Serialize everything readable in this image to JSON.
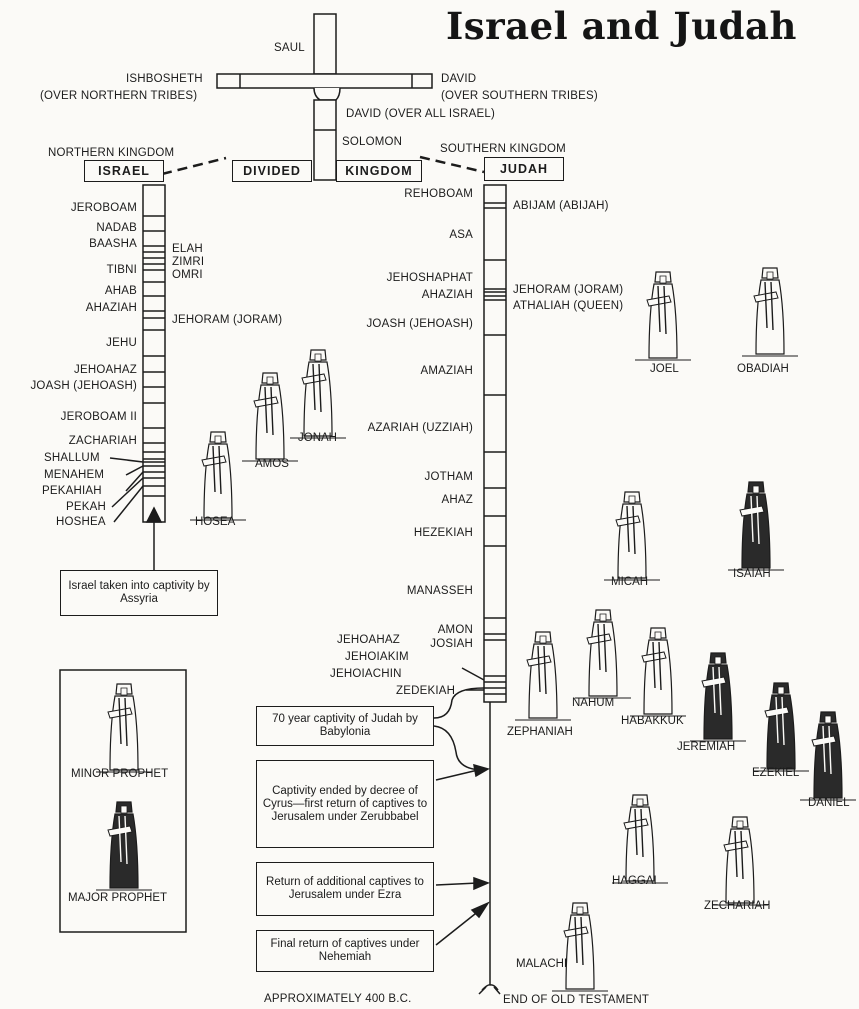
{
  "title": "Israel and Judah",
  "united": {
    "saul": "SAUL",
    "ishbosheth": "ISHBOSHETH",
    "ishbosheth_note": "(OVER NORTHERN TRIBES)",
    "david": "DAVID",
    "david_note": "(OVER SOUTHERN TRIBES)",
    "david_all": "DAVID (OVER ALL ISRAEL)",
    "solomon": "SOLOMON"
  },
  "division": {
    "northern_heading": "NORTHERN KINGDOM",
    "northern_name": "ISRAEL",
    "southern_heading": "SOUTHERN KINGDOM",
    "southern_name": "JUDAH",
    "divided": "DIVIDED",
    "kingdom": "KINGDOM"
  },
  "israel_kings": {
    "jeroboam": "JEROBOAM",
    "nadab": "NADAB",
    "baasha": "BAASHA",
    "elah": "ELAH",
    "zimri": "ZIMRI",
    "tibni": "TIBNI",
    "omri": "OMRI",
    "ahab": "AHAB",
    "ahaziah": "AHAZIAH",
    "jehoram": "JEHORAM (JORAM)",
    "jehu": "JEHU",
    "jehoahaz": "JEHOAHAZ",
    "joash": "JOASH (JEHOASH)",
    "jeroboam2": "JEROBOAM II",
    "zachariah": "ZACHARIAH",
    "shallum": "SHALLUM",
    "menahem": "MENAHEM",
    "pekahiah": "PEKAHIAH",
    "pekah": "PEKAH",
    "hoshea": "HOSHEA"
  },
  "judah_kings": {
    "rehoboam": "REHOBOAM",
    "abijam": "ABIJAM (ABIJAH)",
    "asa": "ASA",
    "jehoshaphat": "JEHOSHAPHAT",
    "jehoram": "JEHORAM (JORAM)",
    "ahaziah": "AHAZIAH",
    "athaliah": "ATHALIAH (QUEEN)",
    "joash": "JOASH (JEHOASH)",
    "amaziah": "AMAZIAH",
    "azariah": "AZARIAH (UZZIAH)",
    "jotham": "JOTHAM",
    "ahaz": "AHAZ",
    "hezekiah": "HEZEKIAH",
    "manasseh": "MANASSEH",
    "amon": "AMON",
    "josiah": "JOSIAH",
    "jehoahaz": "JEHOAHAZ",
    "jehoiakim": "JEHOIAKIM",
    "jehoiachin": "JEHOIACHIN",
    "zedekiah": "ZEDEKIAH"
  },
  "notes": {
    "israel_captivity": "Israel taken into captivity by Assyria",
    "captivity70": "70 year captivity of Judah by Babylonia",
    "cyrus": "Captivity ended by decree of Cyrus—first return of captives to Jerusalem under Zerubbabel",
    "ezra": "Return of additional captives to Jerusalem under Ezra",
    "nehemiah": "Final return of captives under Nehemiah"
  },
  "prophets": {
    "jonah": "JONAH",
    "amos": "AMOS",
    "hosea": "HOSEA",
    "joel": "JOEL",
    "obadiah": "OBADIAH",
    "micah": "MICAH",
    "isaiah": "ISAIAH",
    "nahum": "NAHUM",
    "zephaniah": "ZEPHANIAH",
    "habakkuk": "HABAKKUK",
    "jeremiah": "JEREMIAH",
    "ezekiel": "EZEKIEL",
    "daniel": "DANIEL",
    "haggai": "HAGGAI",
    "zechariah": "ZECHARIAH",
    "malachi": "MALACHI"
  },
  "legend": {
    "minor": "MINOR PROPHET",
    "major": "MAJOR PROPHET"
  },
  "footer": {
    "approx": "APPROXIMATELY 400 B.C.",
    "end": "END OF OLD TESTAMENT"
  },
  "colors": {
    "ink": "#1c1c1c",
    "paper": "#fbfaf7",
    "major_robe": "#2a2a2a"
  }
}
